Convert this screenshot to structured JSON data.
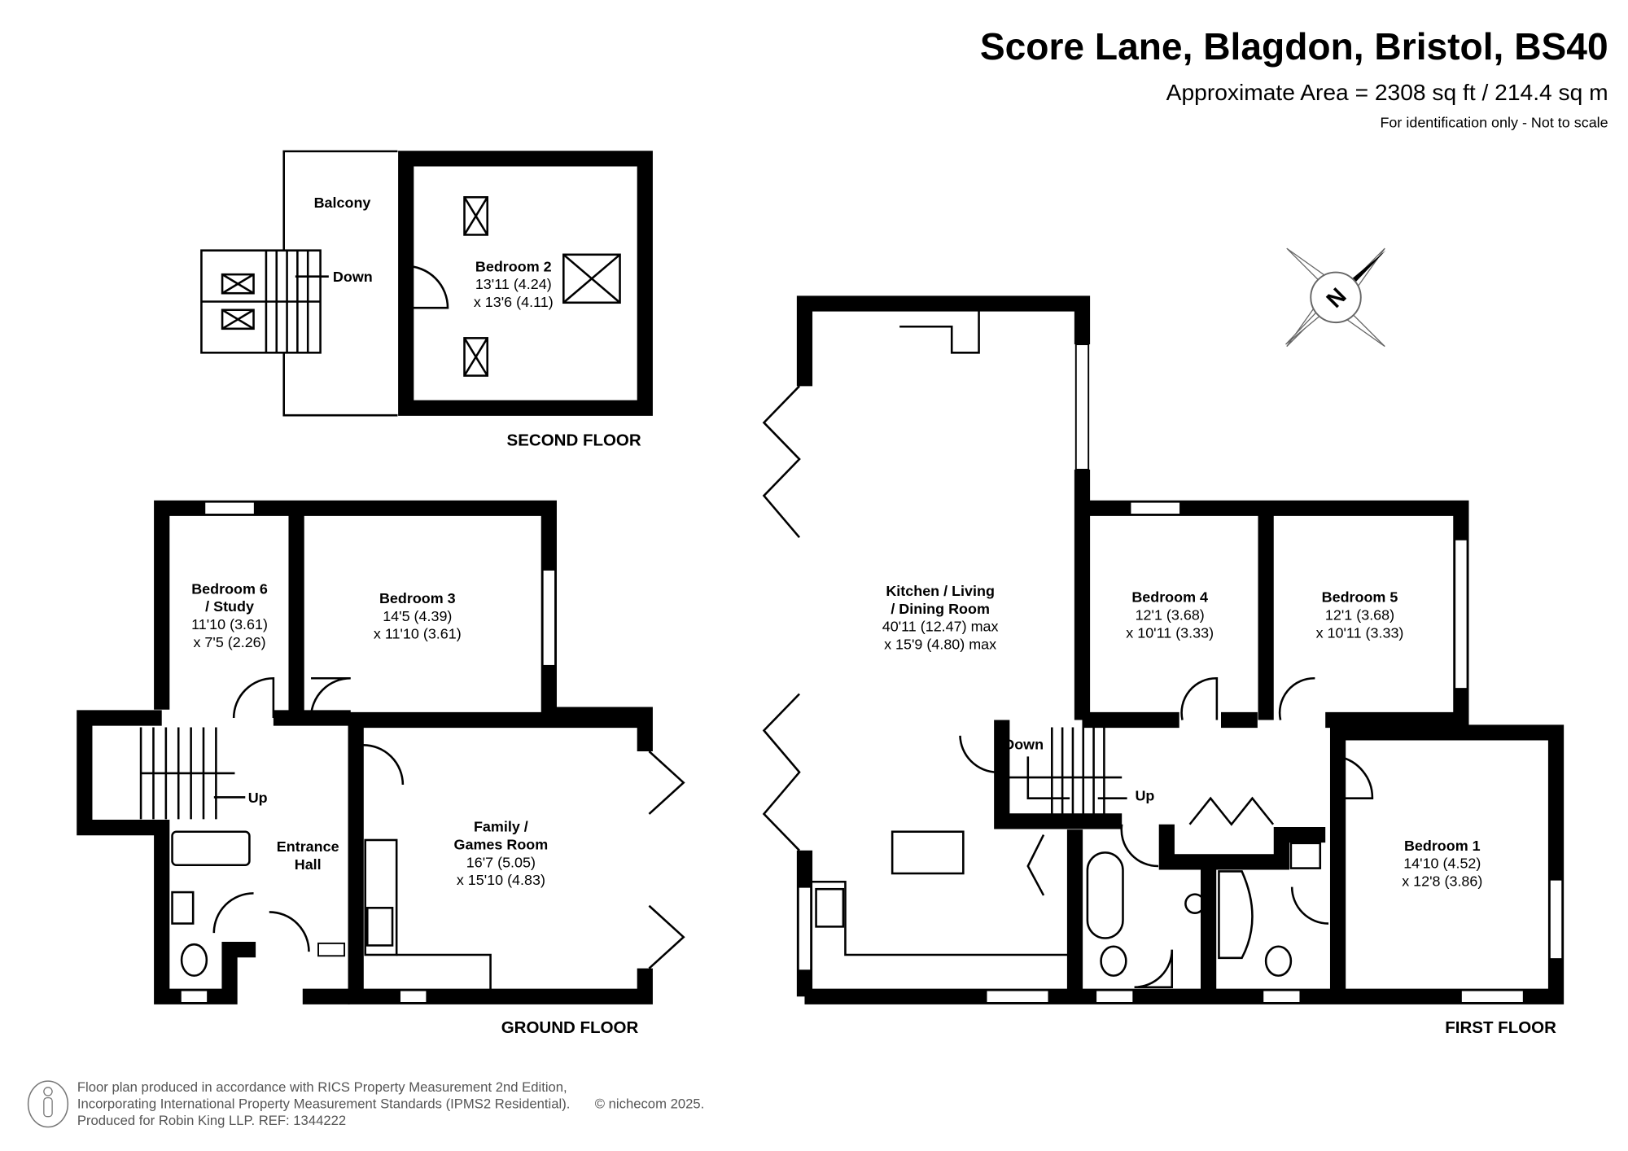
{
  "header": {
    "title": "Score Lane, Blagdon, Bristol, BS40",
    "area": "Approximate Area = 2308 sq ft / 214.4 sq m",
    "note": "For identification only - Not to scale"
  },
  "floors": {
    "second": {
      "label": "SECOND FLOOR",
      "balcony": "Balcony",
      "stairs": "Down",
      "bedroom2": {
        "name": "Bedroom 2",
        "dim1": "13'11 (4.24)",
        "dim2": "x 13'6 (4.11)"
      }
    },
    "ground": {
      "label": "GROUND FLOOR",
      "bedroom6": {
        "name1": "Bedroom 6",
        "name2": "/ Study",
        "dim1": "11'10 (3.61)",
        "dim2": "x 7'5 (2.26)"
      },
      "bedroom3": {
        "name": "Bedroom 3",
        "dim1": "14'5 (4.39)",
        "dim2": "x 11'10 (3.61)"
      },
      "hall": {
        "name1": "Entrance",
        "name2": "Hall"
      },
      "family": {
        "name1": "Family /",
        "name2": "Games Room",
        "dim1": "16'7 (5.05)",
        "dim2": "x 15'10 (4.83)"
      },
      "stairs": "Up"
    },
    "first": {
      "label": "FIRST FLOOR",
      "kitchen": {
        "name1": "Kitchen / Living",
        "name2": "/ Dining Room",
        "dim1": "40'11 (12.47) max",
        "dim2": "x 15'9 (4.80) max"
      },
      "bedroom4": {
        "name": "Bedroom 4",
        "dim1": "12'1 (3.68)",
        "dim2": "x 10'11 (3.33)"
      },
      "bedroom5": {
        "name": "Bedroom 5",
        "dim1": "12'1 (3.68)",
        "dim2": "x 10'11 (3.33)"
      },
      "bedroom1": {
        "name": "Bedroom 1",
        "dim1": "14'10 (4.52)",
        "dim2": "x 12'8 (3.86)"
      },
      "stairs_down": "Down",
      "stairs_up": "Up"
    }
  },
  "compass": {
    "letter": "N",
    "icon": "compass-rose-icon"
  },
  "footer": {
    "line1": "Floor plan produced in accordance with RICS Property Measurement 2nd Edition,",
    "line2": "Incorporating International Property Measurement Standards (IPMS2 Residential).",
    "copyright": "© nichecom 2025.",
    "line3": "Produced for Robin King LLP.   REF:  1344222",
    "icon": "person-icon"
  }
}
